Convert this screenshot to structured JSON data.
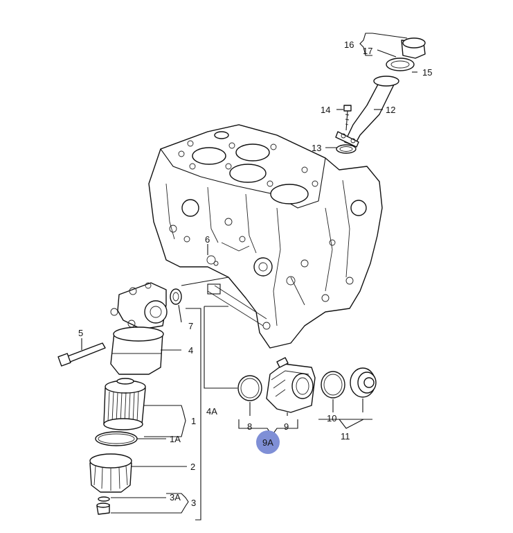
{
  "callouts": {
    "c1": "1",
    "c1A": "1A",
    "c2": "2",
    "c3": "3",
    "c3A": "3A",
    "c4": "4",
    "c4A": "4A",
    "c5": "5",
    "c6": "6",
    "c7": "7",
    "c8": "8",
    "c9": "9",
    "c9A": "9A",
    "c10": "10",
    "c11": "11",
    "c12": "12",
    "c13": "13",
    "c14": "14",
    "c15": "15",
    "c16": "16",
    "c17": "17"
  },
  "colors": {
    "badge": "#7f8fd6",
    "line": "#111111"
  }
}
